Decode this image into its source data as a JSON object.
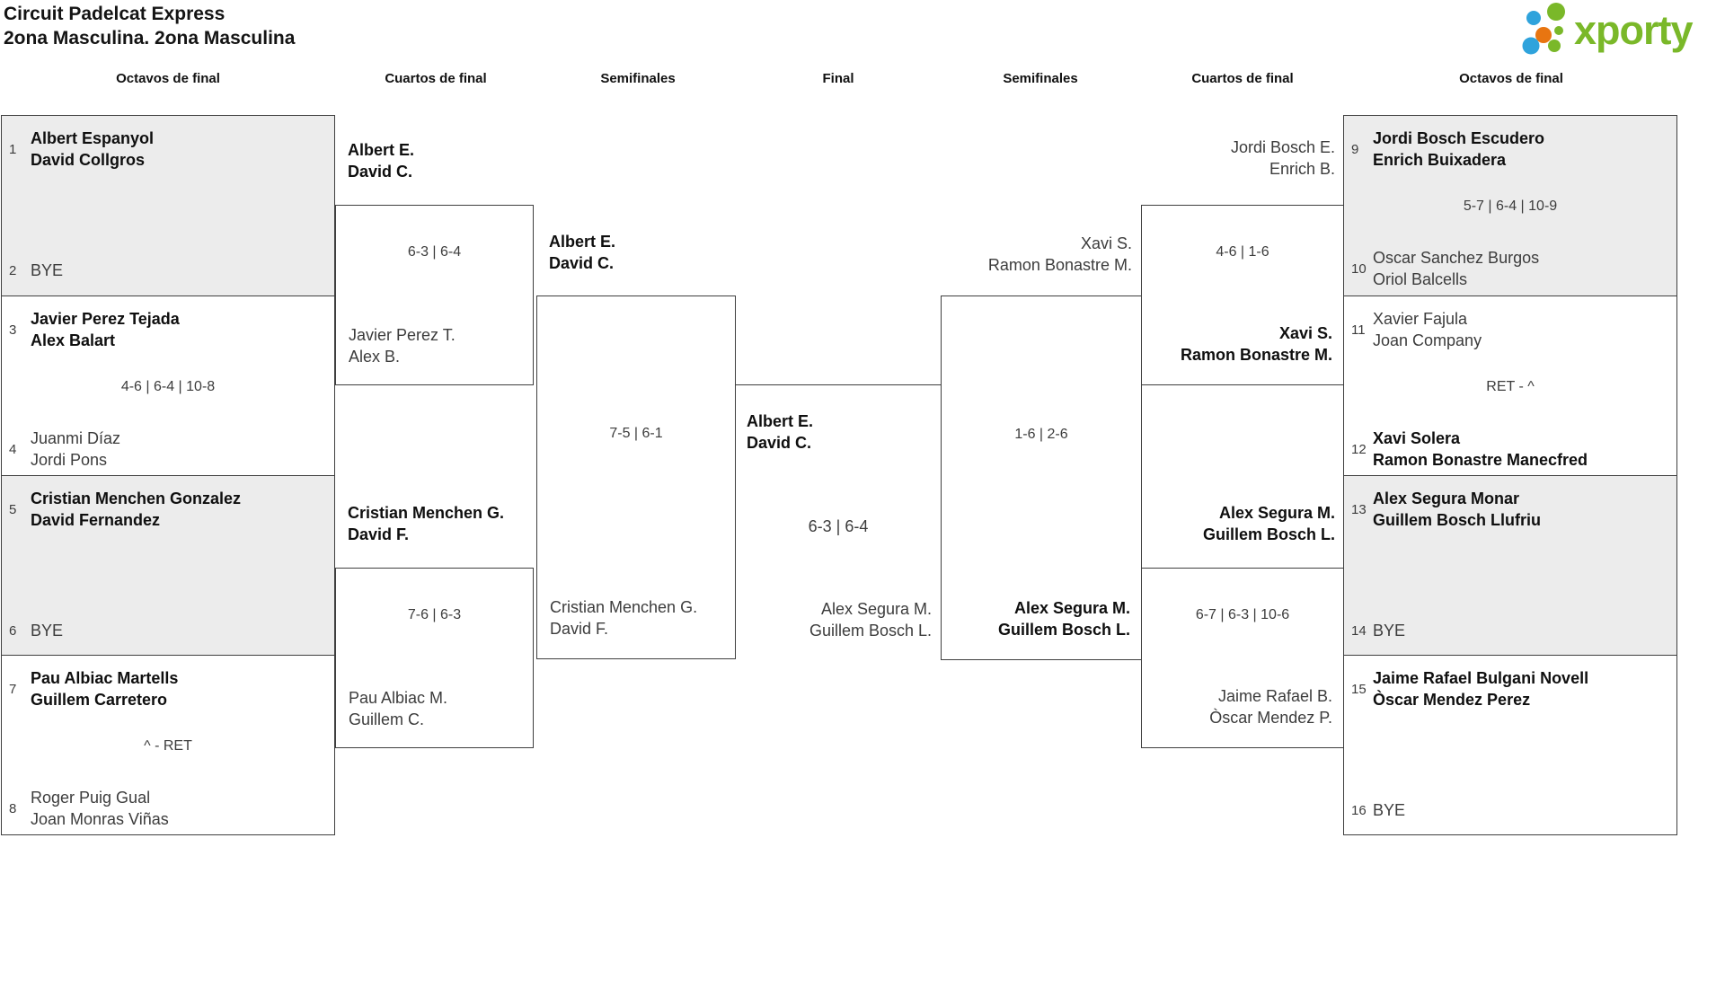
{
  "header": {
    "title_line1": "Circuit Padelcat Express",
    "title_line2": "2ona Masculina. 2ona Masculina"
  },
  "logo": {
    "brand": "xporty",
    "green": "#7ab829",
    "blue": "#2fa3dc",
    "orange": "#e87511"
  },
  "rounds": [
    "Octavos de final",
    "Cuartos de final",
    "Semifinales",
    "Final",
    "Semifinales",
    "Cuartos de final",
    "Octavos de final"
  ],
  "bracket": {
    "r16_left": [
      {
        "seed_top": "1",
        "team_top": [
          "Albert Espanyol",
          "David Collgros"
        ],
        "seed_bottom": "2",
        "team_bottom": [
          "BYE"
        ]
      },
      {
        "seed_top": "3",
        "team_top": [
          "Javier Perez Tejada",
          "Alex Balart"
        ],
        "score": "4-6 | 6-4 | 10-8",
        "seed_bottom": "4",
        "team_bottom": [
          "Juanmi Díaz",
          "Jordi Pons"
        ]
      },
      {
        "seed_top": "5",
        "team_top": [
          "Cristian Menchen Gonzalez",
          "David Fernandez"
        ],
        "seed_bottom": "6",
        "team_bottom": [
          "BYE"
        ]
      },
      {
        "seed_top": "7",
        "team_top": [
          "Pau Albiac Martells",
          "Guillem Carretero"
        ],
        "score": "^ - RET",
        "seed_bottom": "8",
        "team_bottom": [
          "Roger Puig Gual",
          "Joan Monras Viñas"
        ]
      }
    ],
    "r16_right": [
      {
        "seed_top": "9",
        "team_top": [
          "Jordi Bosch Escudero",
          "Enrich Buixadera"
        ],
        "score": "5-7 | 6-4 | 10-9",
        "seed_bottom": "10",
        "team_bottom": [
          "Oscar Sanchez Burgos",
          "Oriol Balcells"
        ]
      },
      {
        "seed_top": "11",
        "team_top": [
          "Xavier Fajula",
          "Joan Company"
        ],
        "score": "RET - ^",
        "seed_bottom": "12",
        "team_bottom": [
          "Xavi Solera",
          "Ramon Bonastre Manecfred"
        ]
      },
      {
        "seed_top": "13",
        "team_top": [
          "Alex Segura Monar",
          "Guillem Bosch Llufriu"
        ],
        "seed_bottom": "14",
        "team_bottom": [
          "BYE"
        ]
      },
      {
        "seed_top": "15",
        "team_top": [
          "Jaime Rafael Bulgani Novell",
          "Òscar Mendez Perez"
        ],
        "seed_bottom": "16",
        "team_bottom": [
          "BYE"
        ]
      }
    ],
    "qf_left": [
      {
        "team_top": [
          "Albert E.",
          "David C."
        ],
        "score": "6-3 | 6-4",
        "team_bottom": [
          "Javier Perez T.",
          "Alex B."
        ]
      },
      {
        "team_top": [
          "Cristian Menchen G.",
          "David F."
        ],
        "score": "7-6 | 6-3",
        "team_bottom": [
          "Pau Albiac M.",
          "Guillem C."
        ]
      }
    ],
    "qf_right": [
      {
        "team_top": [
          "Jordi Bosch E.",
          "Enrich B."
        ],
        "score": "4-6 | 1-6",
        "team_bottom": [
          "Xavi S.",
          "Ramon Bonastre M."
        ]
      },
      {
        "team_top": [
          "Alex Segura M.",
          "Guillem Bosch L."
        ],
        "score": "6-7 | 6-3 | 10-6",
        "team_bottom": [
          "Jaime Rafael B.",
          "Òscar Mendez P."
        ]
      }
    ],
    "sf_left": {
      "team_top": [
        "Albert E.",
        "David C."
      ],
      "score": "7-5 | 6-1",
      "team_bottom": [
        "Cristian Menchen G.",
        "David F."
      ]
    },
    "sf_right": {
      "team_top": [
        "Xavi S.",
        "Ramon Bonastre M."
      ],
      "score": "1-6 | 2-6",
      "team_bottom": [
        "Alex Segura M.",
        "Guillem Bosch L."
      ]
    },
    "final": {
      "team_top": [
        "Albert E.",
        "David C."
      ],
      "score": "6-3 | 6-4",
      "team_bottom": [
        "Alex Segura M.",
        "Guillem Bosch L."
      ]
    }
  }
}
